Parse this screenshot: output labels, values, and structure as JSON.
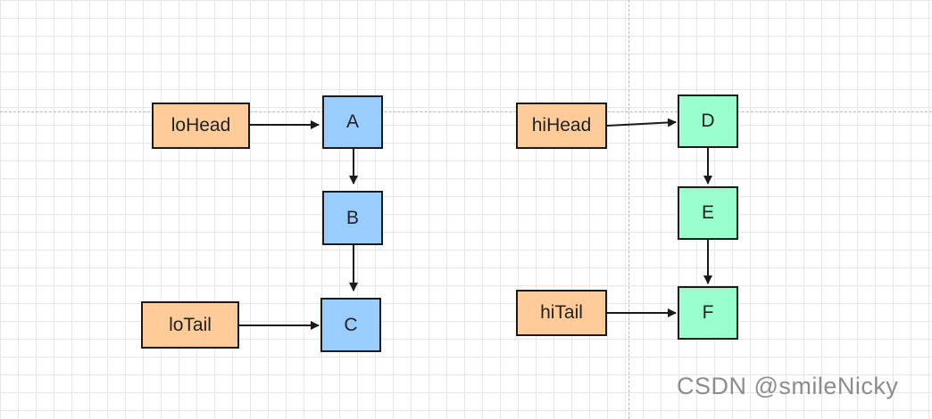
{
  "pointers": {
    "lo_head": "loHead",
    "lo_tail": "loTail",
    "hi_head": "hiHead",
    "hi_tail": "hiTail"
  },
  "lo_list": [
    "A",
    "B",
    "C"
  ],
  "hi_list": [
    "D",
    "E",
    "F"
  ],
  "watermark": "CSDN @smileNicky",
  "colors": {
    "pointer_fill": "#ffcc99",
    "lo_fill": "#99ccff",
    "hi_fill": "#99ffcc",
    "stroke": "#1a1a1a"
  }
}
